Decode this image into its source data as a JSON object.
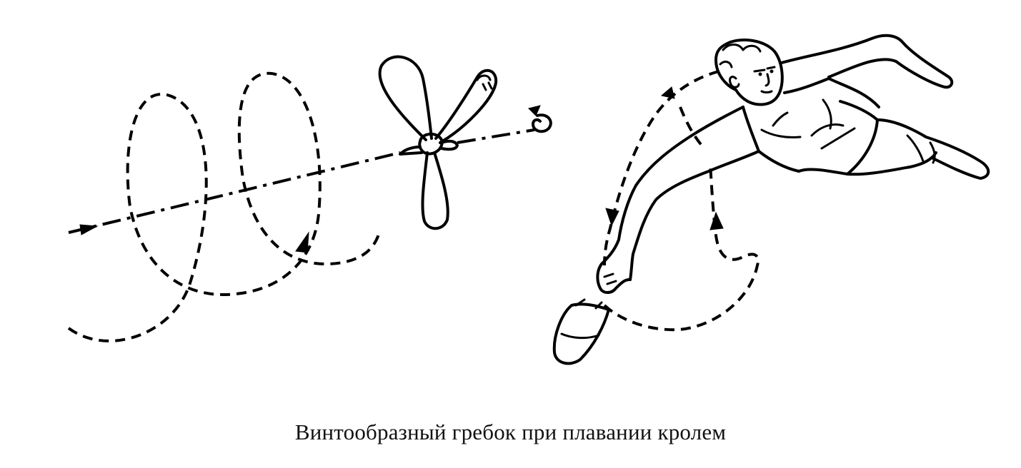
{
  "caption": "Винтообразный гребок при плавании кролем",
  "colors": {
    "background": "#ffffff",
    "ink": "#000000"
  },
  "illustrations": [
    {
      "name": "propeller-trajectory",
      "icon": "propeller-icon"
    },
    {
      "name": "swimmer-arm-stroke",
      "icon": "swimmer-icon"
    }
  ]
}
